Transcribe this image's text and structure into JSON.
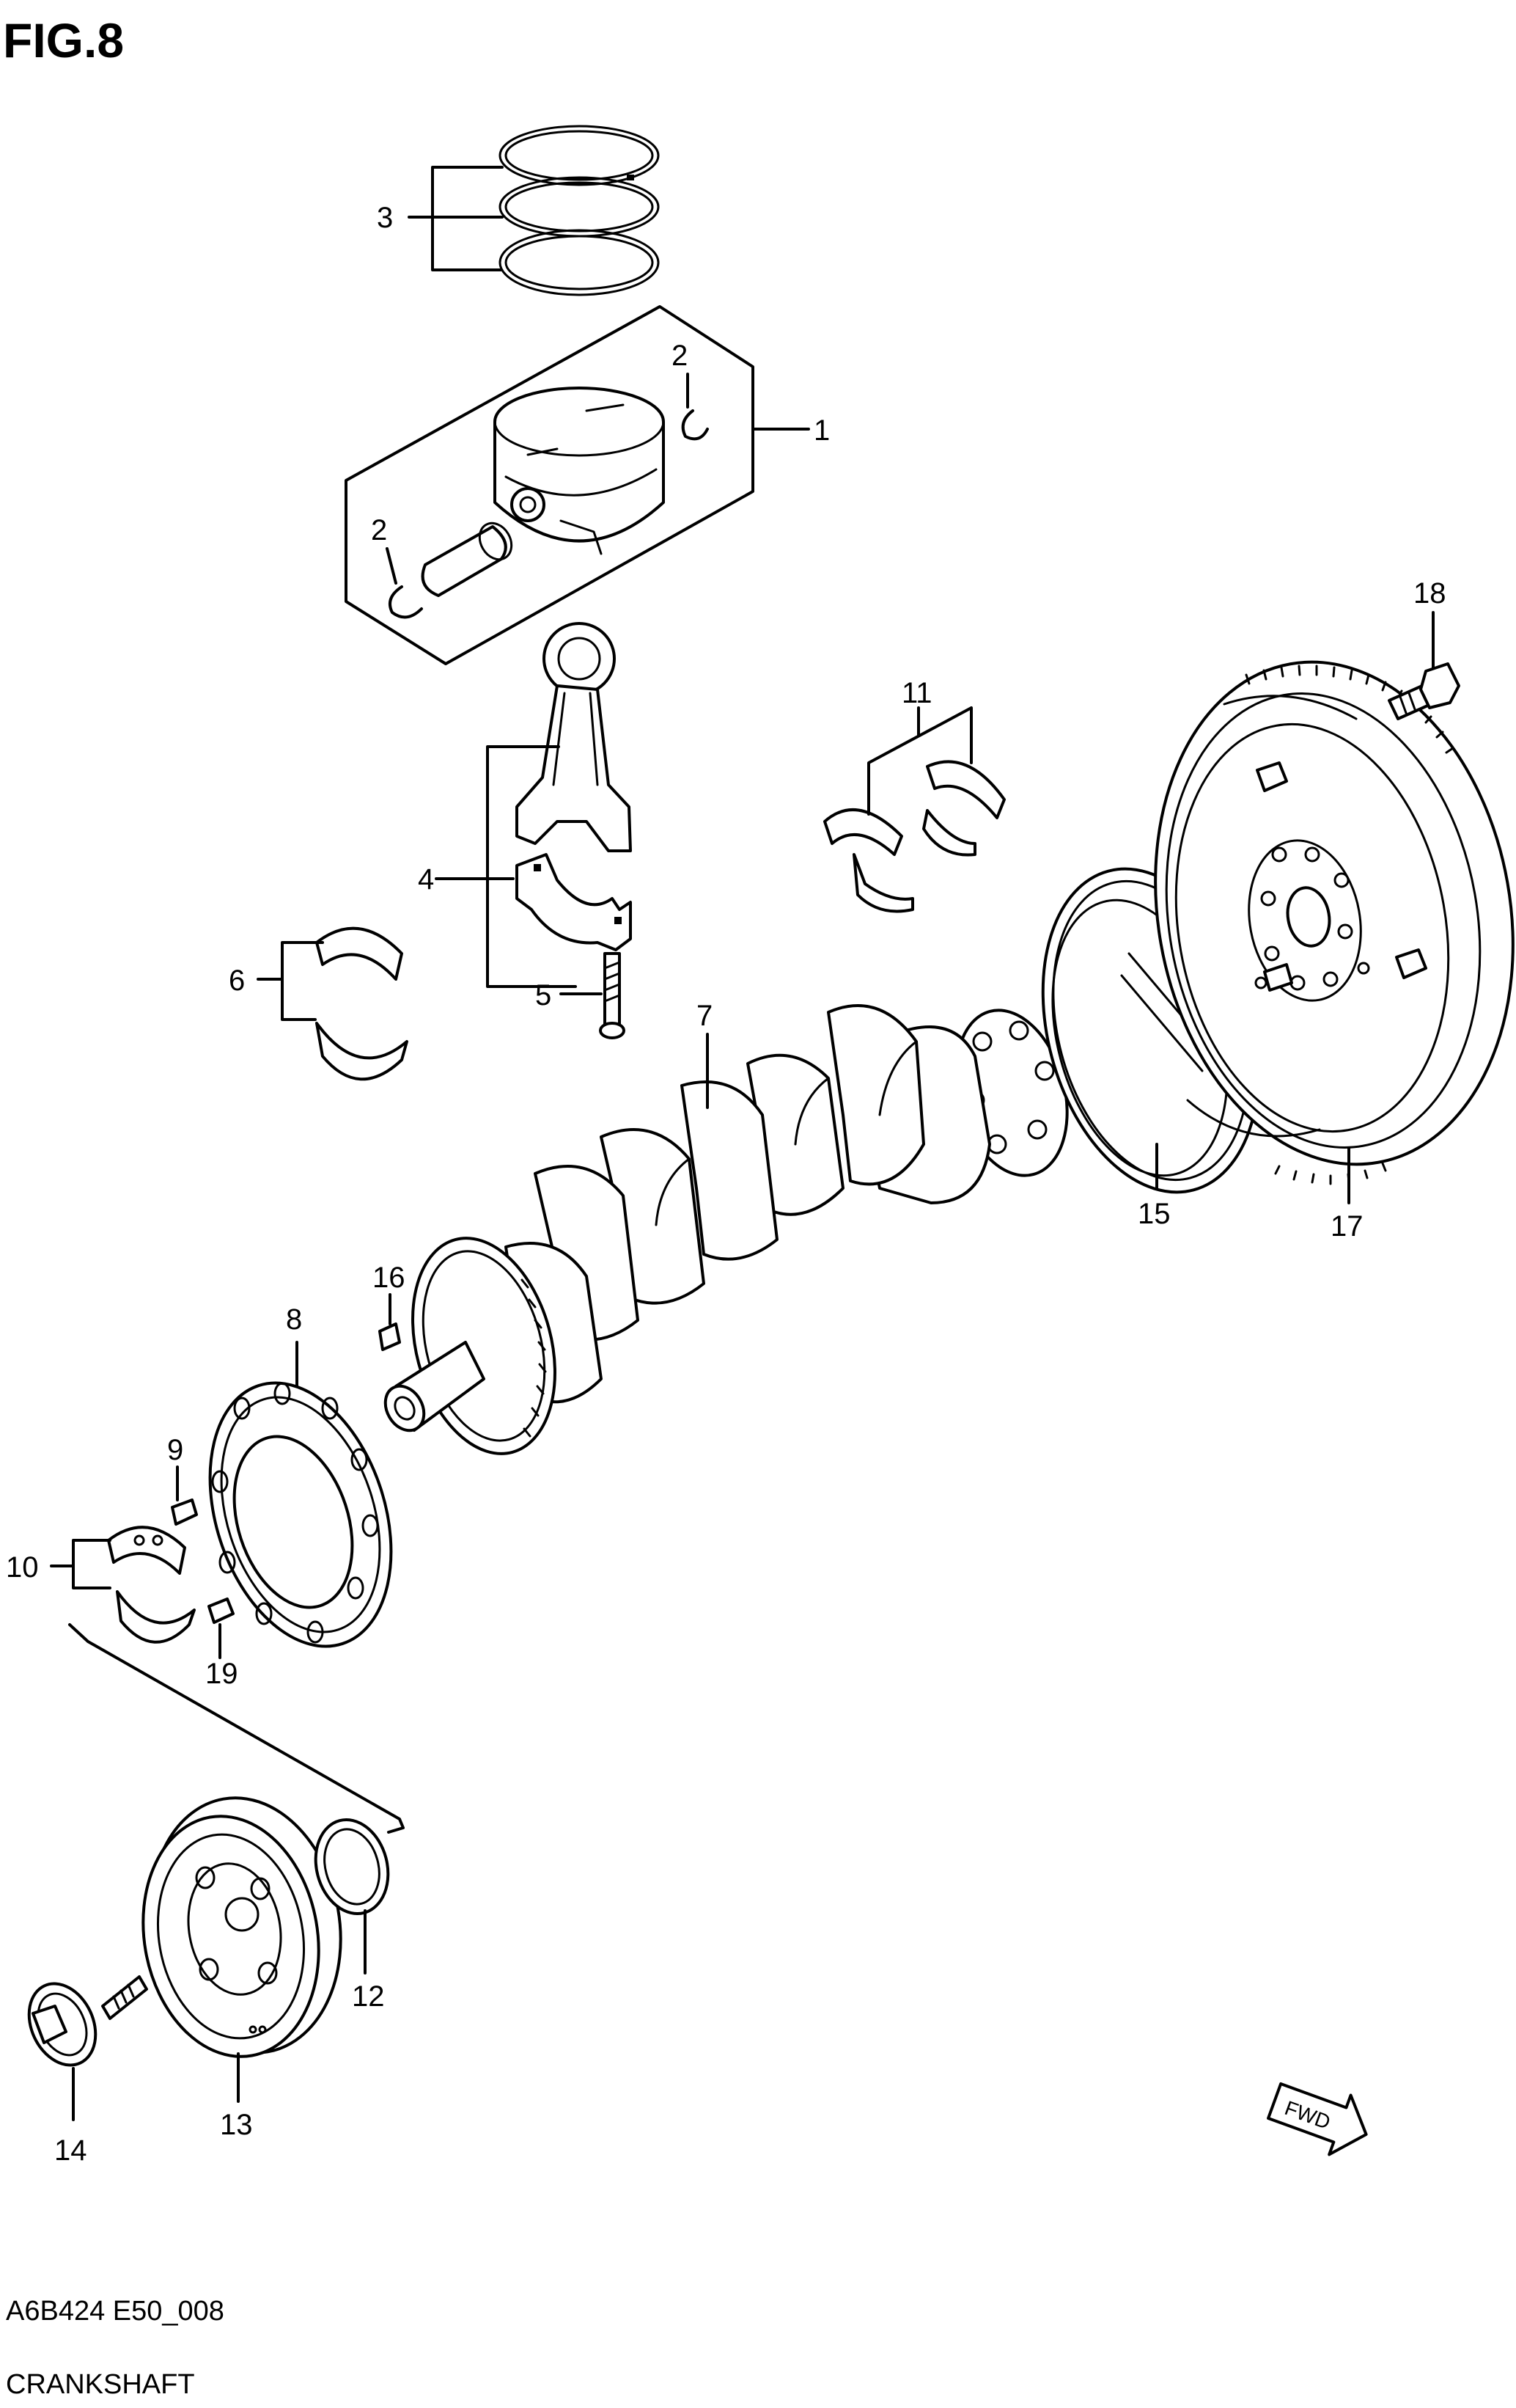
{
  "figure": {
    "title": "FIG.8",
    "code": "A6B424 E50_008",
    "name": "CRANKSHAFT"
  },
  "callouts": {
    "c1": "1",
    "c2a": "2",
    "c2b": "2",
    "c3": "3",
    "c4": "4",
    "c5": "5",
    "c6": "6",
    "c7": "7",
    "c8": "8",
    "c9": "9",
    "c10": "10",
    "c11": "11",
    "c12": "12",
    "c13": "13",
    "c14": "14",
    "c15": "15",
    "c16": "16",
    "c17": "17",
    "c18": "18",
    "c19": "19"
  },
  "direction_marker": {
    "label": "FWD",
    "icon": "fwd-arrow-icon"
  },
  "colors": {
    "ink": "#000000",
    "paper": "#ffffff"
  }
}
